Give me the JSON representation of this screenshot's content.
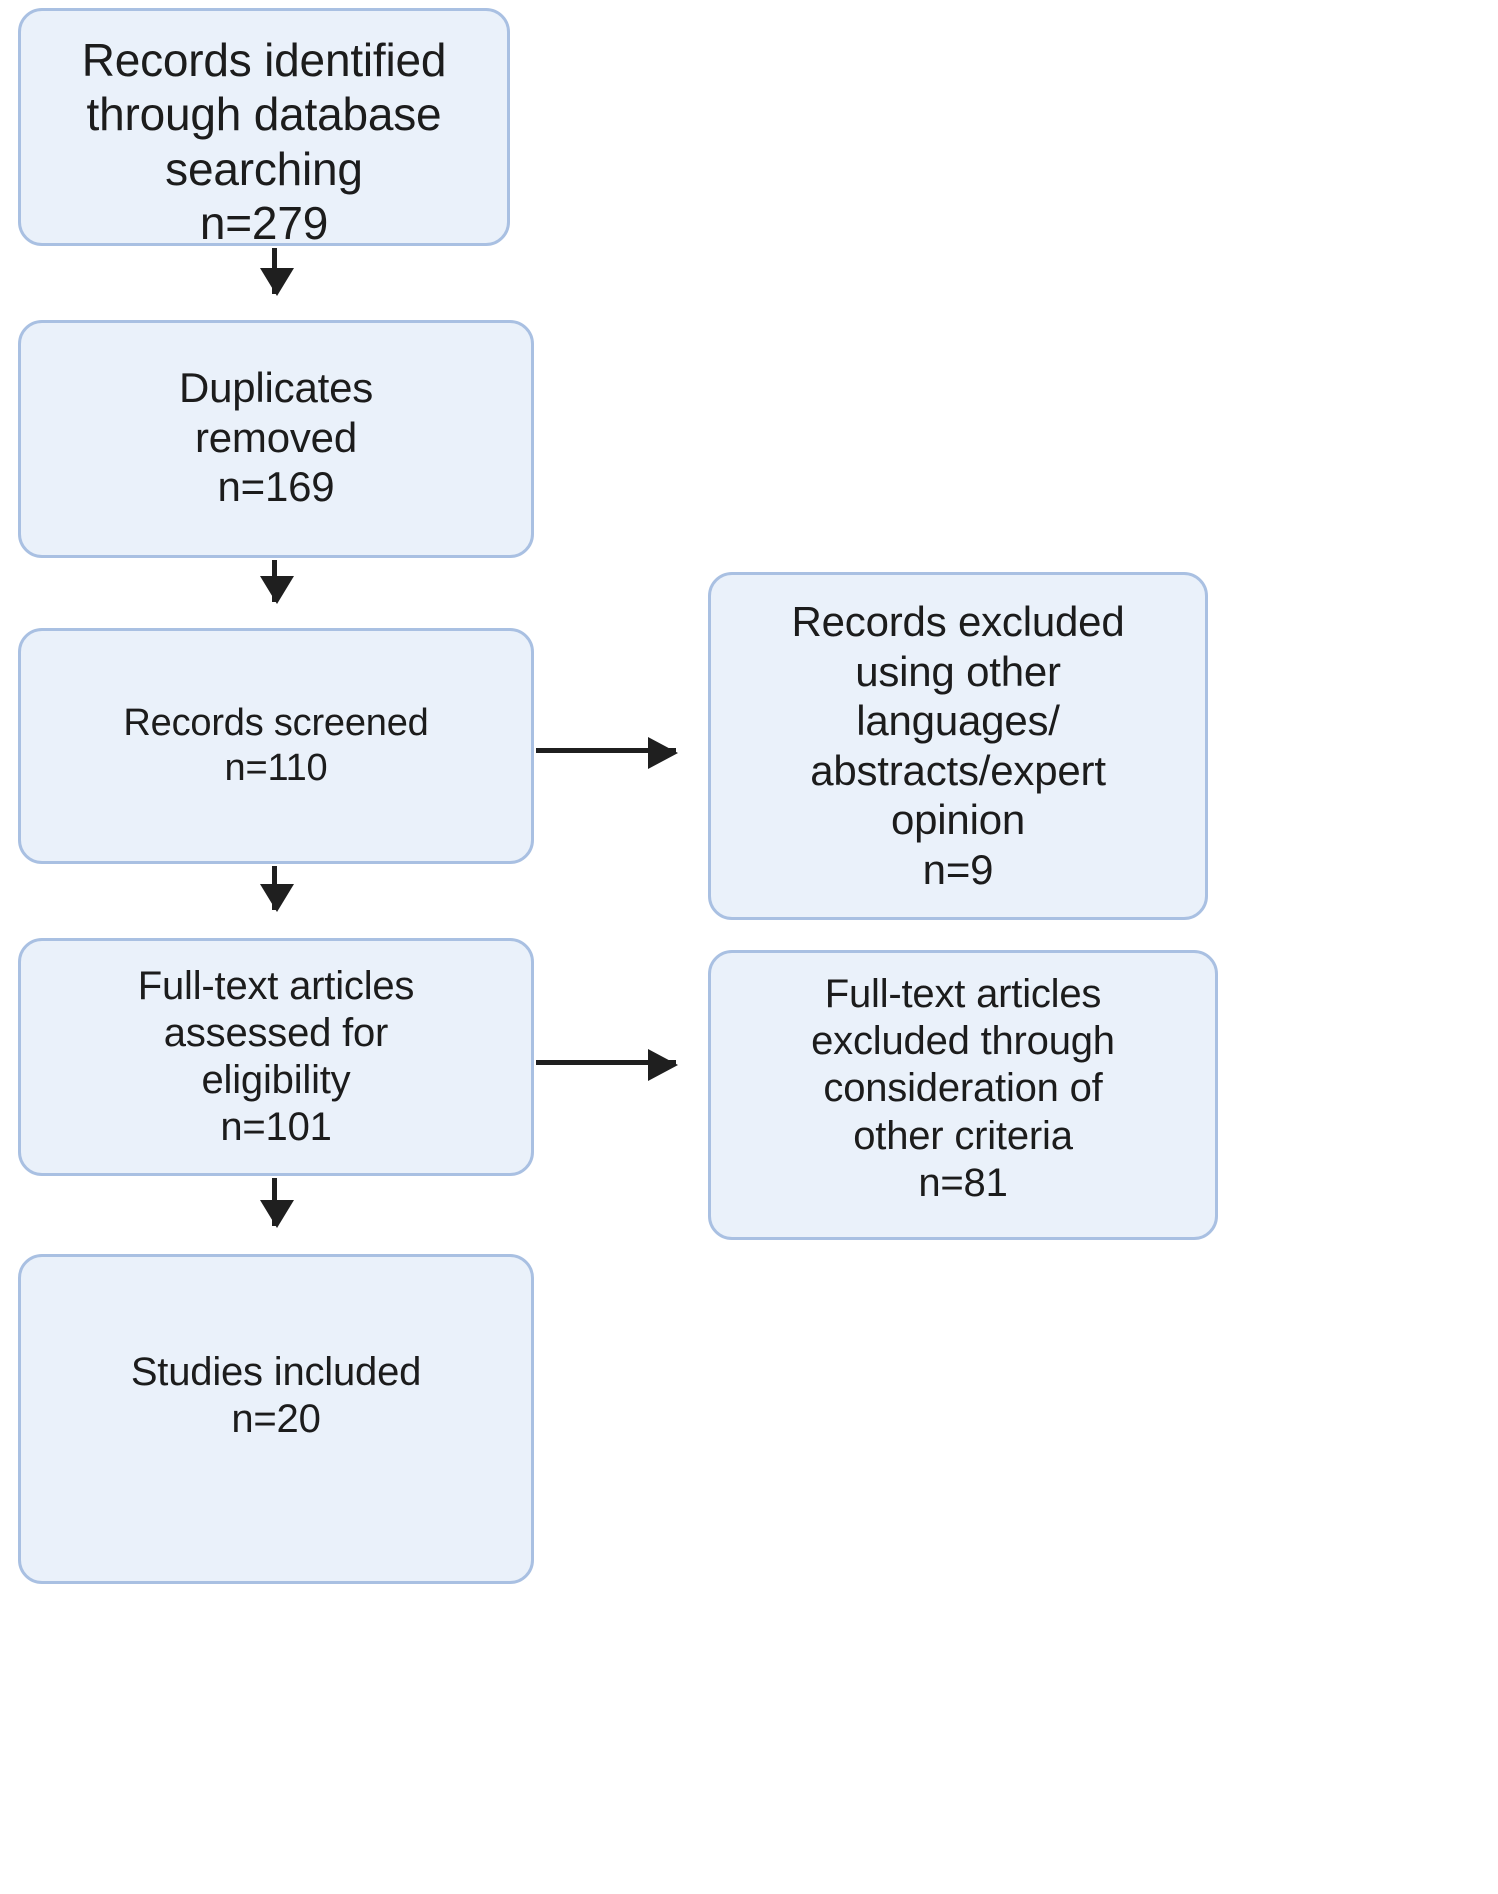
{
  "diagram": {
    "type": "prisma-flow-diagram",
    "colors": {
      "node_fill": "#eaf1fa",
      "node_border": "#a9c0e2",
      "arrow": "#1f1f1f",
      "text": "#1c1c1c",
      "background": "#ffffff"
    },
    "nodes": {
      "identified": {
        "label": "Records identified\nthrough database\nsearching\nn=279",
        "count": 279,
        "stage": "identification"
      },
      "duplicates": {
        "label": "Duplicates\nremoved\nn=169",
        "count": 169,
        "stage": "identification"
      },
      "screened": {
        "label": "Records screened\nn=110",
        "count": 110,
        "stage": "screening"
      },
      "excluded_records": {
        "label": "Records excluded\nusing other\nlanguages/\nabstracts/expert\nopinion\nn=9",
        "count": 9,
        "stage": "screening"
      },
      "fulltext": {
        "label": "Full-text articles\nassessed for\neligibility\nn=101",
        "count": 101,
        "stage": "eligibility"
      },
      "excluded_fulltext": {
        "label": "Full-text articles\nexcluded through\nconsideration of\nother criteria\nn=81",
        "count": 81,
        "stage": "eligibility"
      },
      "included": {
        "label": "Studies included\nn=20",
        "count": 20,
        "stage": "included"
      }
    },
    "edges": [
      {
        "from": "identified",
        "to": "duplicates",
        "direction": "down"
      },
      {
        "from": "duplicates",
        "to": "screened",
        "direction": "down"
      },
      {
        "from": "screened",
        "to": "excluded_records",
        "direction": "right"
      },
      {
        "from": "screened",
        "to": "fulltext",
        "direction": "down"
      },
      {
        "from": "fulltext",
        "to": "excluded_fulltext",
        "direction": "right"
      },
      {
        "from": "fulltext",
        "to": "included",
        "direction": "down"
      }
    ]
  }
}
